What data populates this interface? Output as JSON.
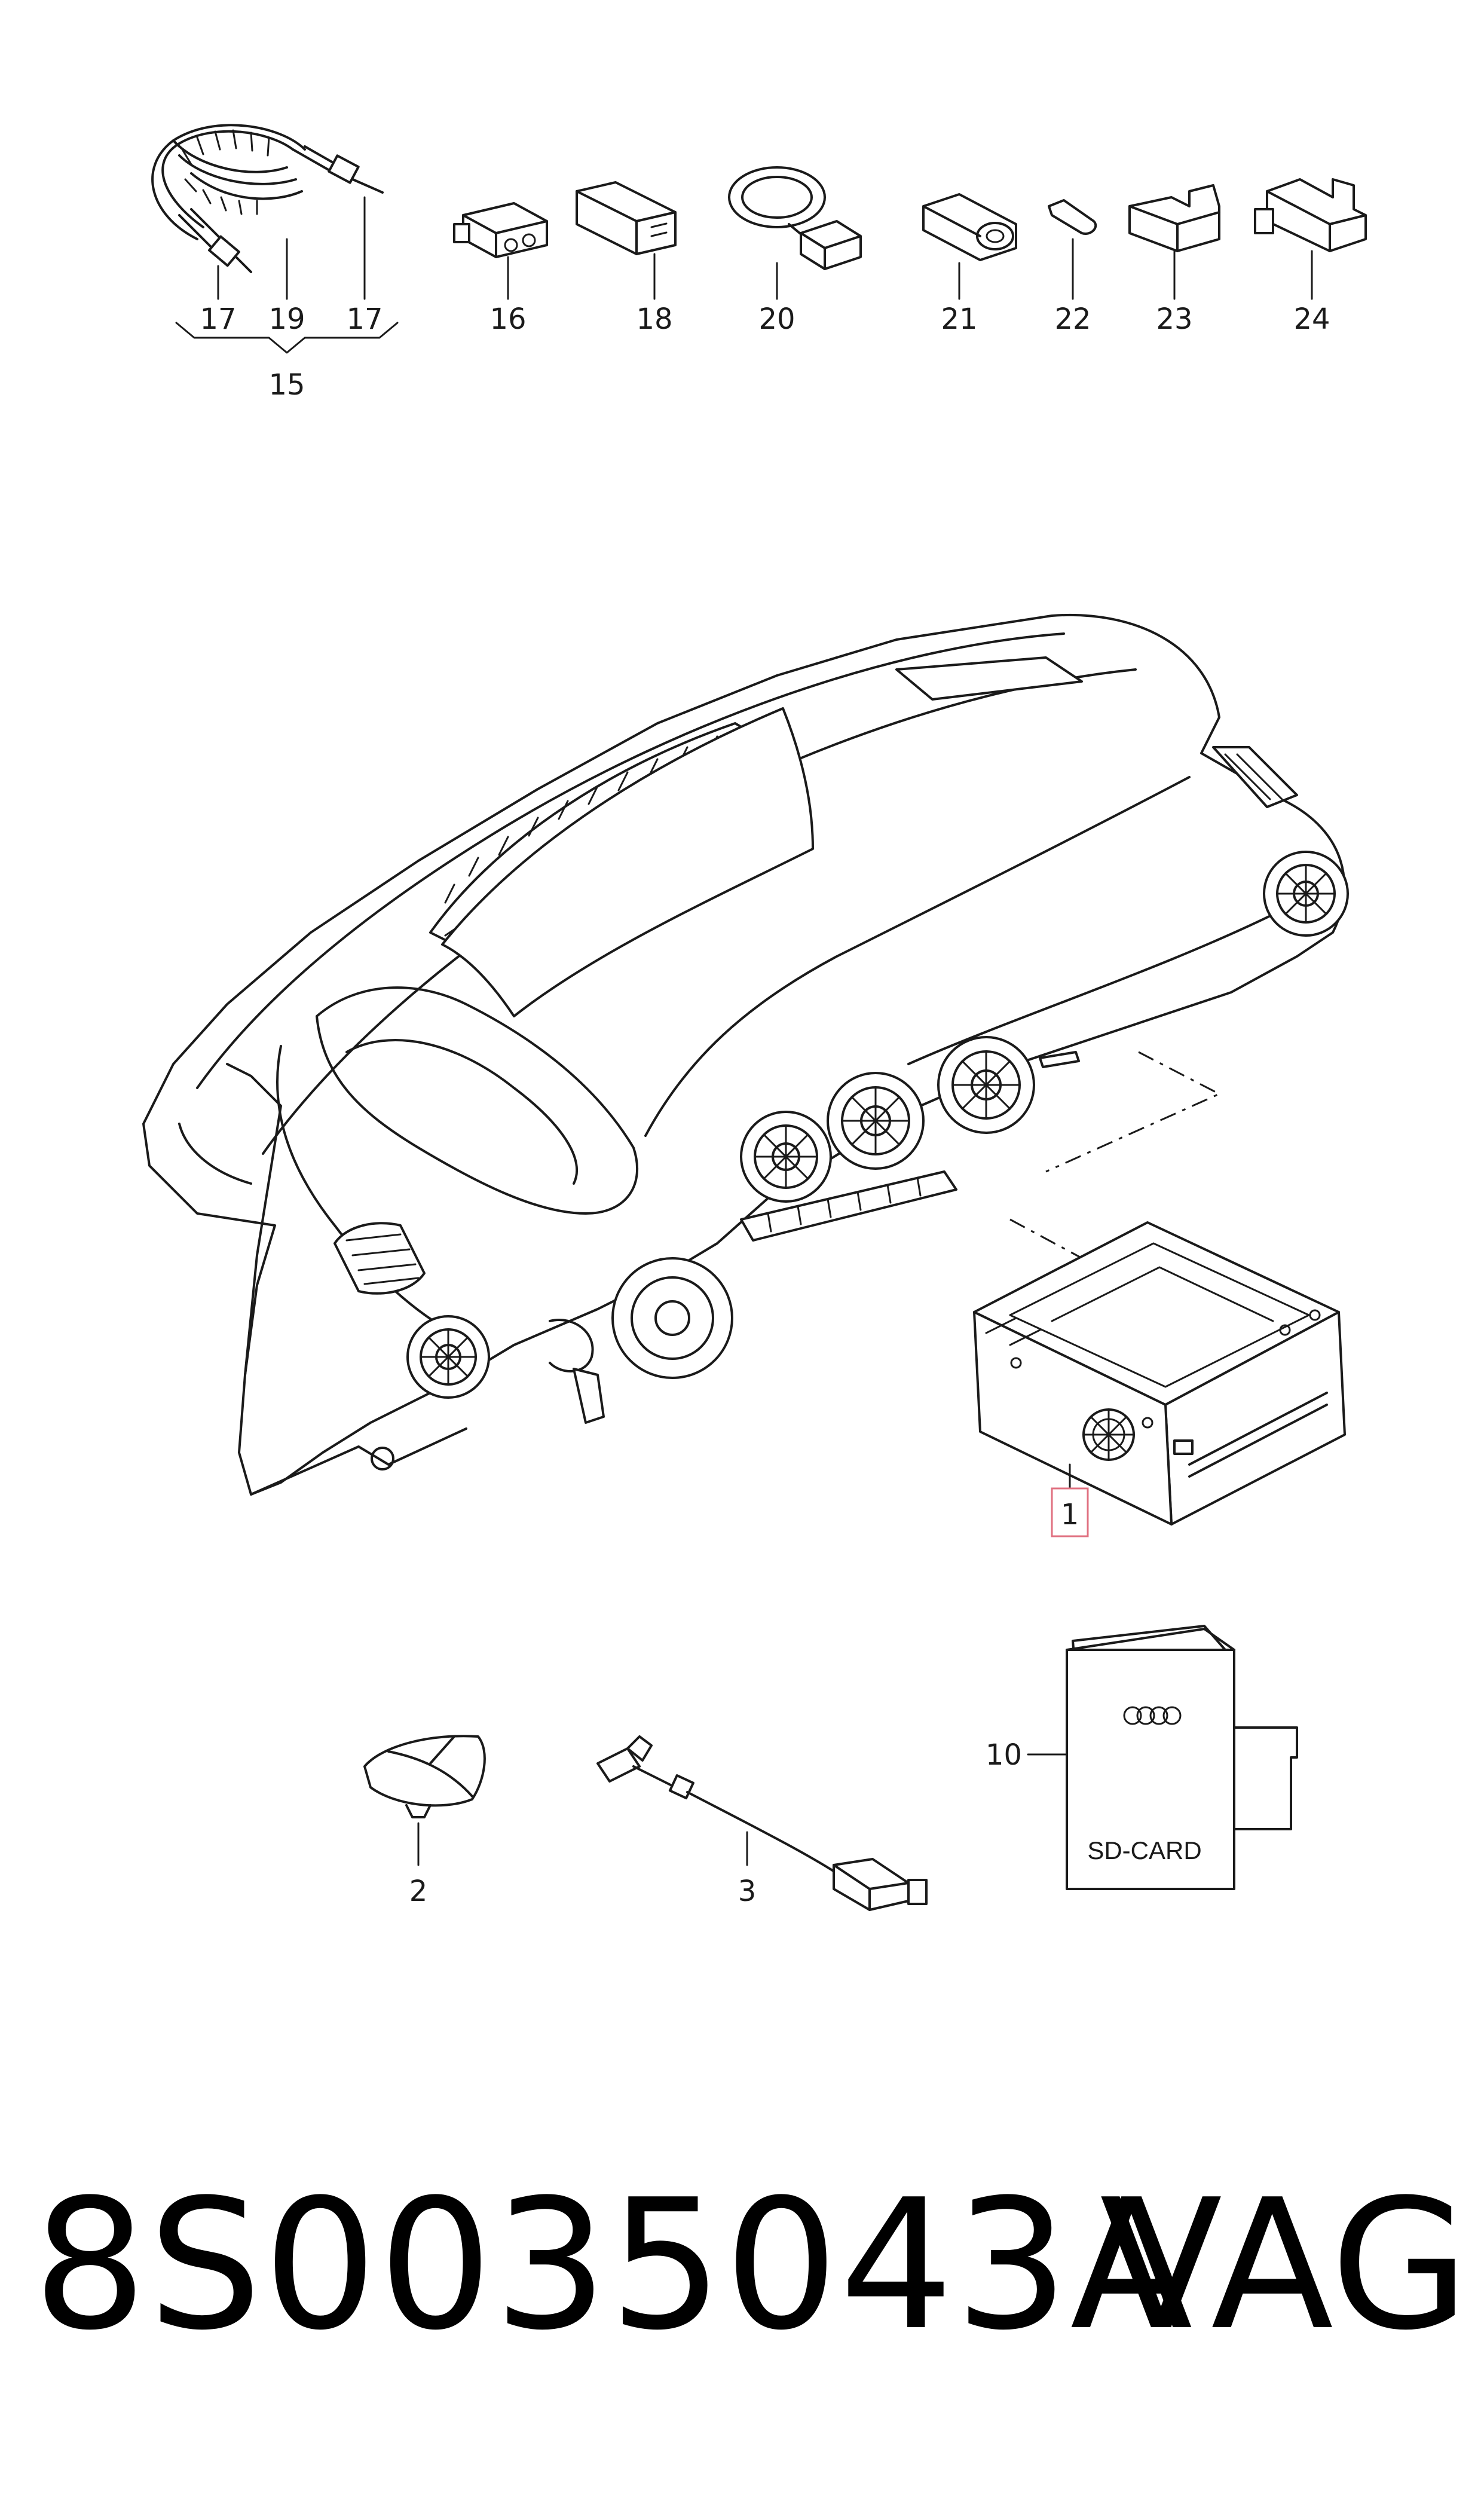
{
  "callouts": {
    "c1": "1",
    "c2": "2",
    "c3": "3",
    "c10": "10",
    "c15": "15",
    "c16": "16",
    "c17a": "17",
    "c17b": "17",
    "c18": "18",
    "c19": "19",
    "c20": "20",
    "c21": "21",
    "c22": "22",
    "c23": "23",
    "c24": "24"
  },
  "sd_card": {
    "label": "SD-CARD"
  },
  "footer": {
    "part_number": "8S0035043A",
    "brand": "VAG"
  },
  "colors": {
    "line": "#1a1a1a",
    "highlight_box": "#e07080",
    "background": "#ffffff"
  }
}
